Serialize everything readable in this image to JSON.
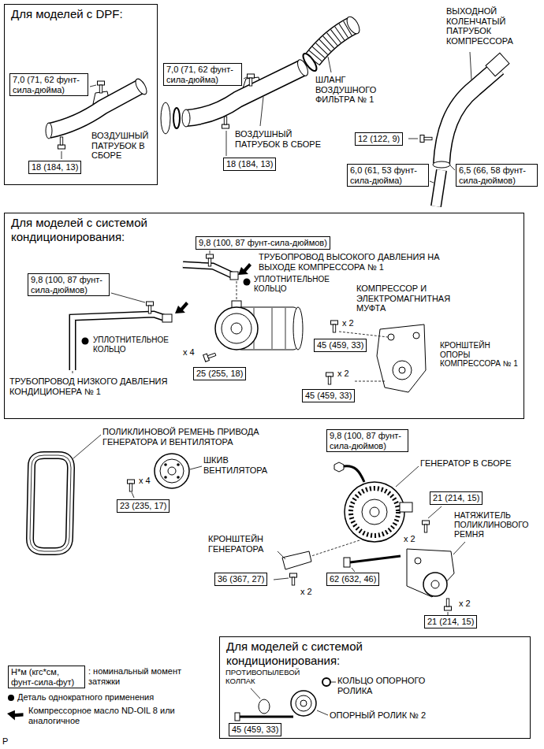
{
  "diagram": {
    "nodes": [
      {
        "text": [
          "Для моделей с DPF:"
        ]
      },
      {
        "text": [
          "7,0 (71, 62 фунт-сила-дюйма)"
        ],
        "in": 0
      },
      {
        "text": [
          "18 (184, 13)"
        ],
        "in": 0
      },
      {
        "text": [
          "7,0 (71, 62 фунт-сила-дюйма)"
        ]
      },
      {
        "text": [
          "18 (184, 13)"
        ]
      },
      {
        "text": [
          "12 (122, 9)"
        ]
      },
      {
        "text": [
          "6,0 (61, 53 фунт-сила-дюйма)"
        ]
      },
      {
        "text": [
          "6,5 (66, 58 фунт-сила-дюймов)"
        ]
      },
      {
        "text": [
          "Для моделей с системой кондиционирования:"
        ]
      },
      {
        "text": [
          "9,8 (100, 87 фунт-сила-дюймов)"
        ],
        "in": 8
      },
      {
        "text": [
          "9,8 (100, 87 фунт-сила-дюймов)"
        ],
        "in": 8
      },
      {
        "text": [
          "45 (459, 33)"
        ],
        "in": 8
      },
      {
        "text": [
          "25 (255, 18)"
        ],
        "in": 8
      },
      {
        "text": [
          "45 (459, 33)"
        ],
        "in": 8
      },
      {
        "text": [
          "9,8 (100, 87 фунт-сила-дюймов)"
        ]
      },
      {
        "text": [
          "23 (235, 17)"
        ]
      },
      {
        "text": [
          "21 (214, 15)"
        ]
      },
      {
        "text": [
          "36 (367, 27)"
        ]
      },
      {
        "text": [
          "62 (632, 46)"
        ]
      },
      {
        "text": [
          "21 (214, 15)"
        ]
      },
      {
        "text": [
          "Н*м (кгс*см, фунт-сила-фут)"
        ]
      },
      {
        "text": [
          "Для моделей с системой кондиционирования:"
        ]
      },
      {
        "text": [
          "45 (459, 33)"
        ],
        "in": 21
      }
    ],
    "labels": [
      "ВОЗДУШНЫЙ ПАТРУБОК В СБОРЕ",
      "ШЛАНГ ВОЗДУШНОГО ФИЛЬТРА № 1",
      "ВЫХОДНОЙ КОЛЕНЧАТЫЙ ПАТРУБОК КОМПРЕССОРА",
      "ВОЗДУШНЫЙ ПАТРУБОК В СБОРЕ",
      "ТРУБОПРОВОД ВЫСОКОГО ДАВЛЕНИЯ НА ВЫХОДЕ КОМПРЕССОРА № 1",
      "УПЛОТНИТЕЛЬНОЕ КОЛЬЦО",
      "КОМПРЕССОР И ЭЛЕКТРОМАГНИТНАЯ МУФТА",
      "x 2",
      "x 2",
      "КРОНШТЕЙН ОПОРЫ КОМПРЕССОРА № 1",
      "x 4",
      "УПЛОТНИТЕЛЬНОЕ КОЛЬЦО",
      "ТРУБОПРОВОД НИЗКОГО ДАВЛЕНИЯ КОНДИЦИОНЕРА № 1",
      "ПОЛИКЛИНОВОЙ РЕМЕНЬ ПРИВОДА ГЕНЕРАТОРА И ВЕНТИЛЯТОРА",
      "ШКИВ ВЕНТИЛЯТОРА",
      "ГЕНЕРАТОР В СБОРЕ",
      "x 4",
      "НАТЯЖИТЕЛЬ ПОЛИКЛИНОВОГО РЕМНЯ",
      "КРОНШТЕЙН ГЕНЕРАТОРА",
      "x 2",
      "x 2",
      "x 2",
      "ПРОТИВОПЫЛЕВОЙ КОЛПАК",
      "КОЛЬЦО ОПОРНОГО РОЛИКА",
      "ОПОРНЫЙ РОЛИК № 2",
      "P"
    ],
    "legend": [
      {
        "text": ": номинальный момент затяжки"
      },
      {
        "text": "Деталь однократного применения"
      },
      {
        "text": "Компрессорное масло ND-OIL 8 или аналогичное"
      }
    ]
  }
}
